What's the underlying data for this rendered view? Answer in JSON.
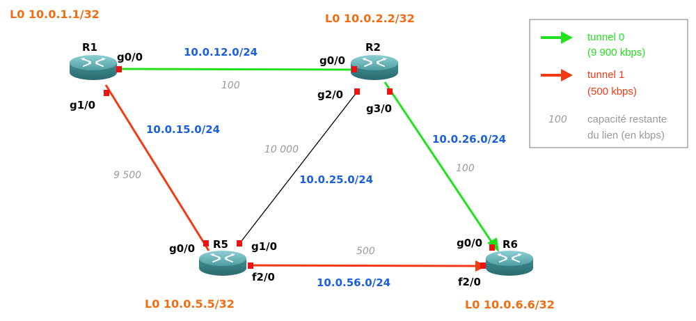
{
  "colors": {
    "tunnel0": "#22e01e",
    "tunnel1": "#f23a14",
    "plain_link": "#000000",
    "loopback_label": "#f36c12",
    "network_label": "#1a5fe0",
    "capacity_label": "#9a9a9a",
    "port": "#ee1111",
    "router_body": "#3f8f93"
  },
  "routers": {
    "r1": {
      "name": "R1",
      "loopback": "L0 10.0.1.1/32"
    },
    "r2": {
      "name": "R2",
      "loopback": "L0 10.0.2.2/32"
    },
    "r5": {
      "name": "R5",
      "loopback": "L0 10.0.5.5/32"
    },
    "r6": {
      "name": "R6",
      "loopback": "L0 10.0.6.6/32"
    }
  },
  "links": {
    "r1_r2": {
      "network": "10.0.12.0/24",
      "capacity": "100",
      "a_if": "g0/0",
      "b_if": "g0/0",
      "tunnel": "tunnel0"
    },
    "r1_r5": {
      "network": "10.0.15.0/24",
      "capacity": "9 500",
      "a_if": "g1/0",
      "b_if": "g0/0",
      "tunnel": "tunnel1"
    },
    "r2_r5": {
      "network": "10.0.25.0/24",
      "capacity": "10 000",
      "a_if": "g2/0",
      "b_if": "g1/0",
      "tunnel": "none"
    },
    "r2_r6": {
      "network": "10.0.26.0/24",
      "capacity": "100",
      "a_if": "g3/0",
      "b_if": "g0/0",
      "tunnel": "tunnel0"
    },
    "r5_r6": {
      "network": "10.0.56.0/24",
      "capacity": "500",
      "a_if": "f2/0",
      "b_if": "f2/0",
      "tunnel": "tunnel1"
    }
  },
  "legend": {
    "tunnel0_name": "tunnel 0",
    "tunnel0_rate": "(9 900 kbps)",
    "tunnel1_name": "tunnel 1",
    "tunnel1_rate": "(500 kbps)",
    "capacity_sample": "100",
    "capacity_line1": "capacité restante",
    "capacity_line2": "du lien (en kbps)"
  }
}
